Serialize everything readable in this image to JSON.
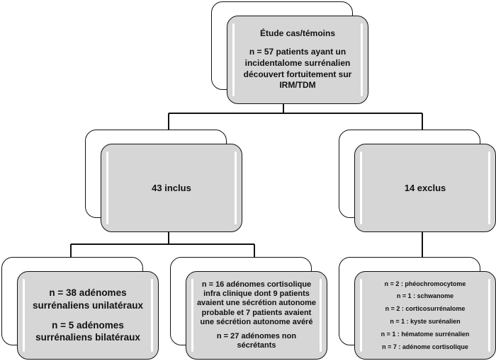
{
  "top": {
    "title": "Étude cas/témoins",
    "body": "n = 57 patients ayant un incidentalome surrénalien découvert fortuitement sur IRM/TDM"
  },
  "included": {
    "label": "43 inclus"
  },
  "excluded": {
    "label": "14 exclus"
  },
  "adenomas": {
    "unilateral": "n = 38 adénomes surrénaliens unilatéraux",
    "bilateral": "n = 5 adénomes surrénaliens bilatéraux"
  },
  "secretion": {
    "text": "n = 16 adénomes cortisolique infra clinique dont 9 patients avaient une sécrétion autonome probable et 7 patients avaient une sécrétion autonome avéré",
    "non_secreting": "n = 27 adénomes non sécrétants"
  },
  "excluded_list": [
    "n = 2 : phéochromocytome",
    "n = 1 : schwanome",
    "n = 2 : corticosurrénalome",
    "n = 1 : kyste surénalien",
    "n = 1 : hématome surrénalien",
    "n = 7 : adénome cortisolique"
  ]
}
